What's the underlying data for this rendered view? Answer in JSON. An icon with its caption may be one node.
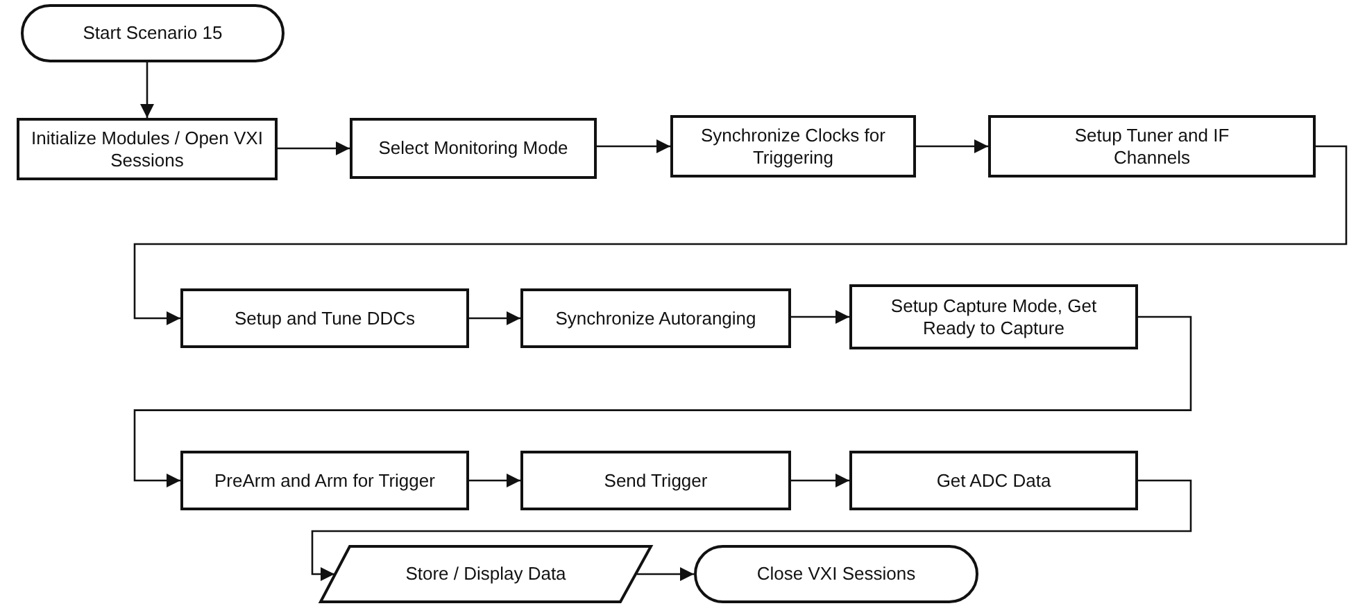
{
  "diagram": {
    "nodes": [
      {
        "text": [
          "Start Scenario 15"
        ]
      },
      {
        "text": [
          "Initialize Modules / Open VXI Sessions"
        ]
      },
      {
        "text": [
          "Select Monitoring Mode"
        ]
      },
      {
        "text": [
          "Synchronize Clocks for Triggering"
        ]
      },
      {
        "text": [
          "Setup Tuner and IF Channels"
        ]
      },
      {
        "text": [
          "Setup and Tune DDCs"
        ]
      },
      {
        "text": [
          "Synchronize Autoranging"
        ]
      },
      {
        "text": [
          "Setup Capture Mode, Get Ready to Capture"
        ]
      },
      {
        "text": [
          "PreArm and Arm for Trigger"
        ]
      },
      {
        "text": [
          "Send Trigger"
        ]
      },
      {
        "text": [
          "Get ADC Data"
        ]
      },
      {
        "text": [
          "Store / Display Data"
        ]
      },
      {
        "text": [
          "Close VXI Sessions"
        ]
      }
    ],
    "edges": [
      {
        "from": 0,
        "to": 1,
        "arrow": "to"
      },
      {
        "from": 1,
        "to": 2,
        "arrow": "to"
      },
      {
        "from": 2,
        "to": 3,
        "arrow": "to"
      },
      {
        "from": 3,
        "to": 4,
        "arrow": "to"
      },
      {
        "from": 4,
        "to": 5,
        "arrow": "to"
      },
      {
        "from": 5,
        "to": 6,
        "arrow": "to"
      },
      {
        "from": 6,
        "to": 7,
        "arrow": "to"
      },
      {
        "from": 7,
        "to": 8,
        "arrow": "to"
      },
      {
        "from": 8,
        "to": 9,
        "arrow": "to"
      },
      {
        "from": 9,
        "to": 10,
        "arrow": "to"
      },
      {
        "from": 10,
        "to": 11,
        "arrow": "to"
      },
      {
        "from": 11,
        "to": 12,
        "arrow": "to"
      }
    ]
  }
}
